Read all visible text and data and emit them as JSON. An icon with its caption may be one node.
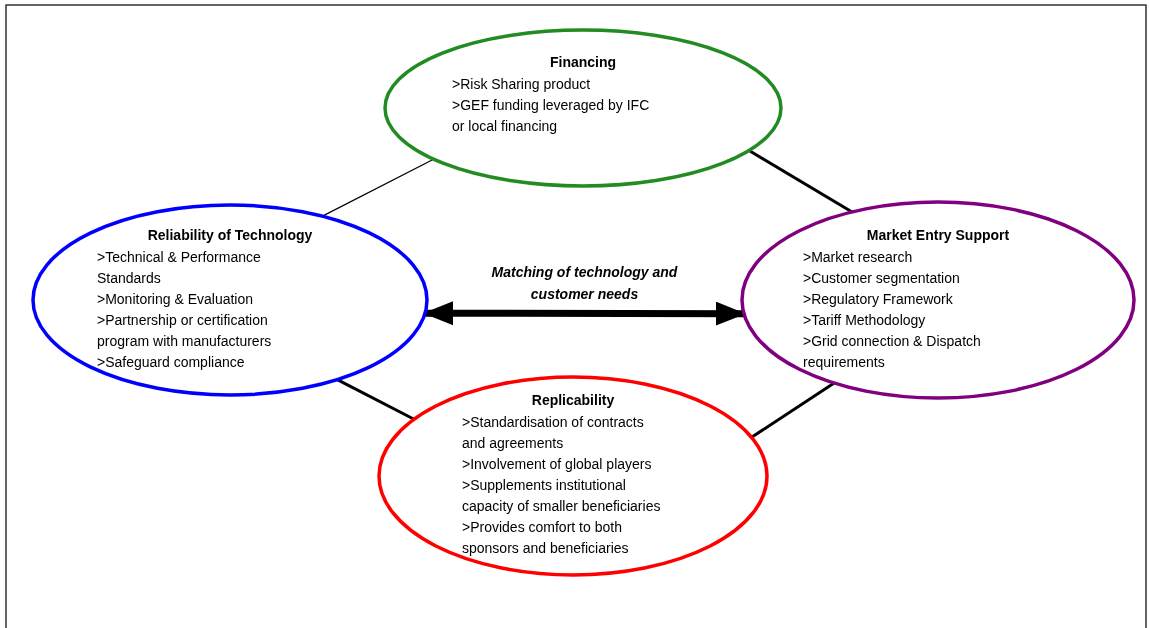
{
  "diagram": {
    "nodes": [
      {
        "text": [
          "Financing",
          ">Risk Sharing product",
          ">GEF funding leveraged by IFC or local financing"
        ]
      },
      {
        "text": [
          "Reliability of Technology",
          ">Technical & Performance Standards",
          ">Monitoring & Evaluation",
          ">Partnership or certification program with manufacturers",
          ">Safeguard compliance"
        ]
      },
      {
        "text": [
          "Market Entry Support",
          ">Market research",
          ">Customer segmentation",
          ">Regulatory Framework",
          ">Tariff Methodology",
          ">Grid connection & Dispatch requirements"
        ]
      },
      {
        "text": [
          "Replicability",
          ">Standardisation of contracts and agreements",
          ">Involvement of global players",
          ">Supplements institutional capacity of smaller beneficiaries",
          ">Provides comfort to both sponsors and beneficiaries"
        ]
      }
    ],
    "edges": [
      {
        "from": 0,
        "to": 1,
        "arrow": "none"
      },
      {
        "from": 0,
        "to": 2,
        "arrow": "none"
      },
      {
        "from": 1,
        "to": 3,
        "arrow": "none"
      },
      {
        "from": 2,
        "to": 3,
        "arrow": "none"
      },
      {
        "from": 1,
        "to": 2,
        "arrow": "both",
        "style": "thick",
        "label": "Matching of technology and customer needs"
      }
    ]
  }
}
